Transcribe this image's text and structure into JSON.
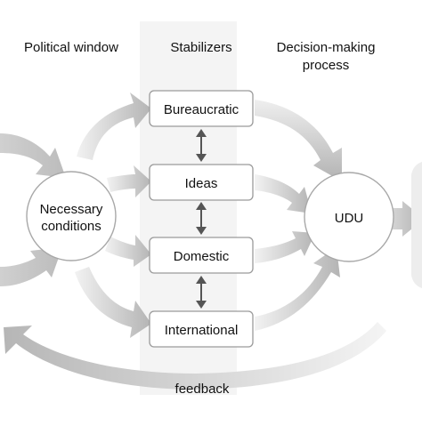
{
  "headers": {
    "political_window": "Political window",
    "stabilizers": "Stabilizers",
    "decision_line1": "Decision-making",
    "decision_line2": "process"
  },
  "nodes": {
    "necessary_line1": "Necessary",
    "necessary_line2": "conditions",
    "udu": "UDU"
  },
  "stabilizers": {
    "bureaucratic": "Bureaucratic",
    "ideas": "Ideas",
    "domestic": "Domestic",
    "international": "International"
  },
  "feedback": "feedback",
  "colors": {
    "arrow_light": "#ececec",
    "arrow_dark": "#b9b9b9",
    "band": "#f3f3f3",
    "box_stroke": "#9a9a9a",
    "circle_stroke": "#a8a8a8",
    "double_arrow": "#555555"
  }
}
